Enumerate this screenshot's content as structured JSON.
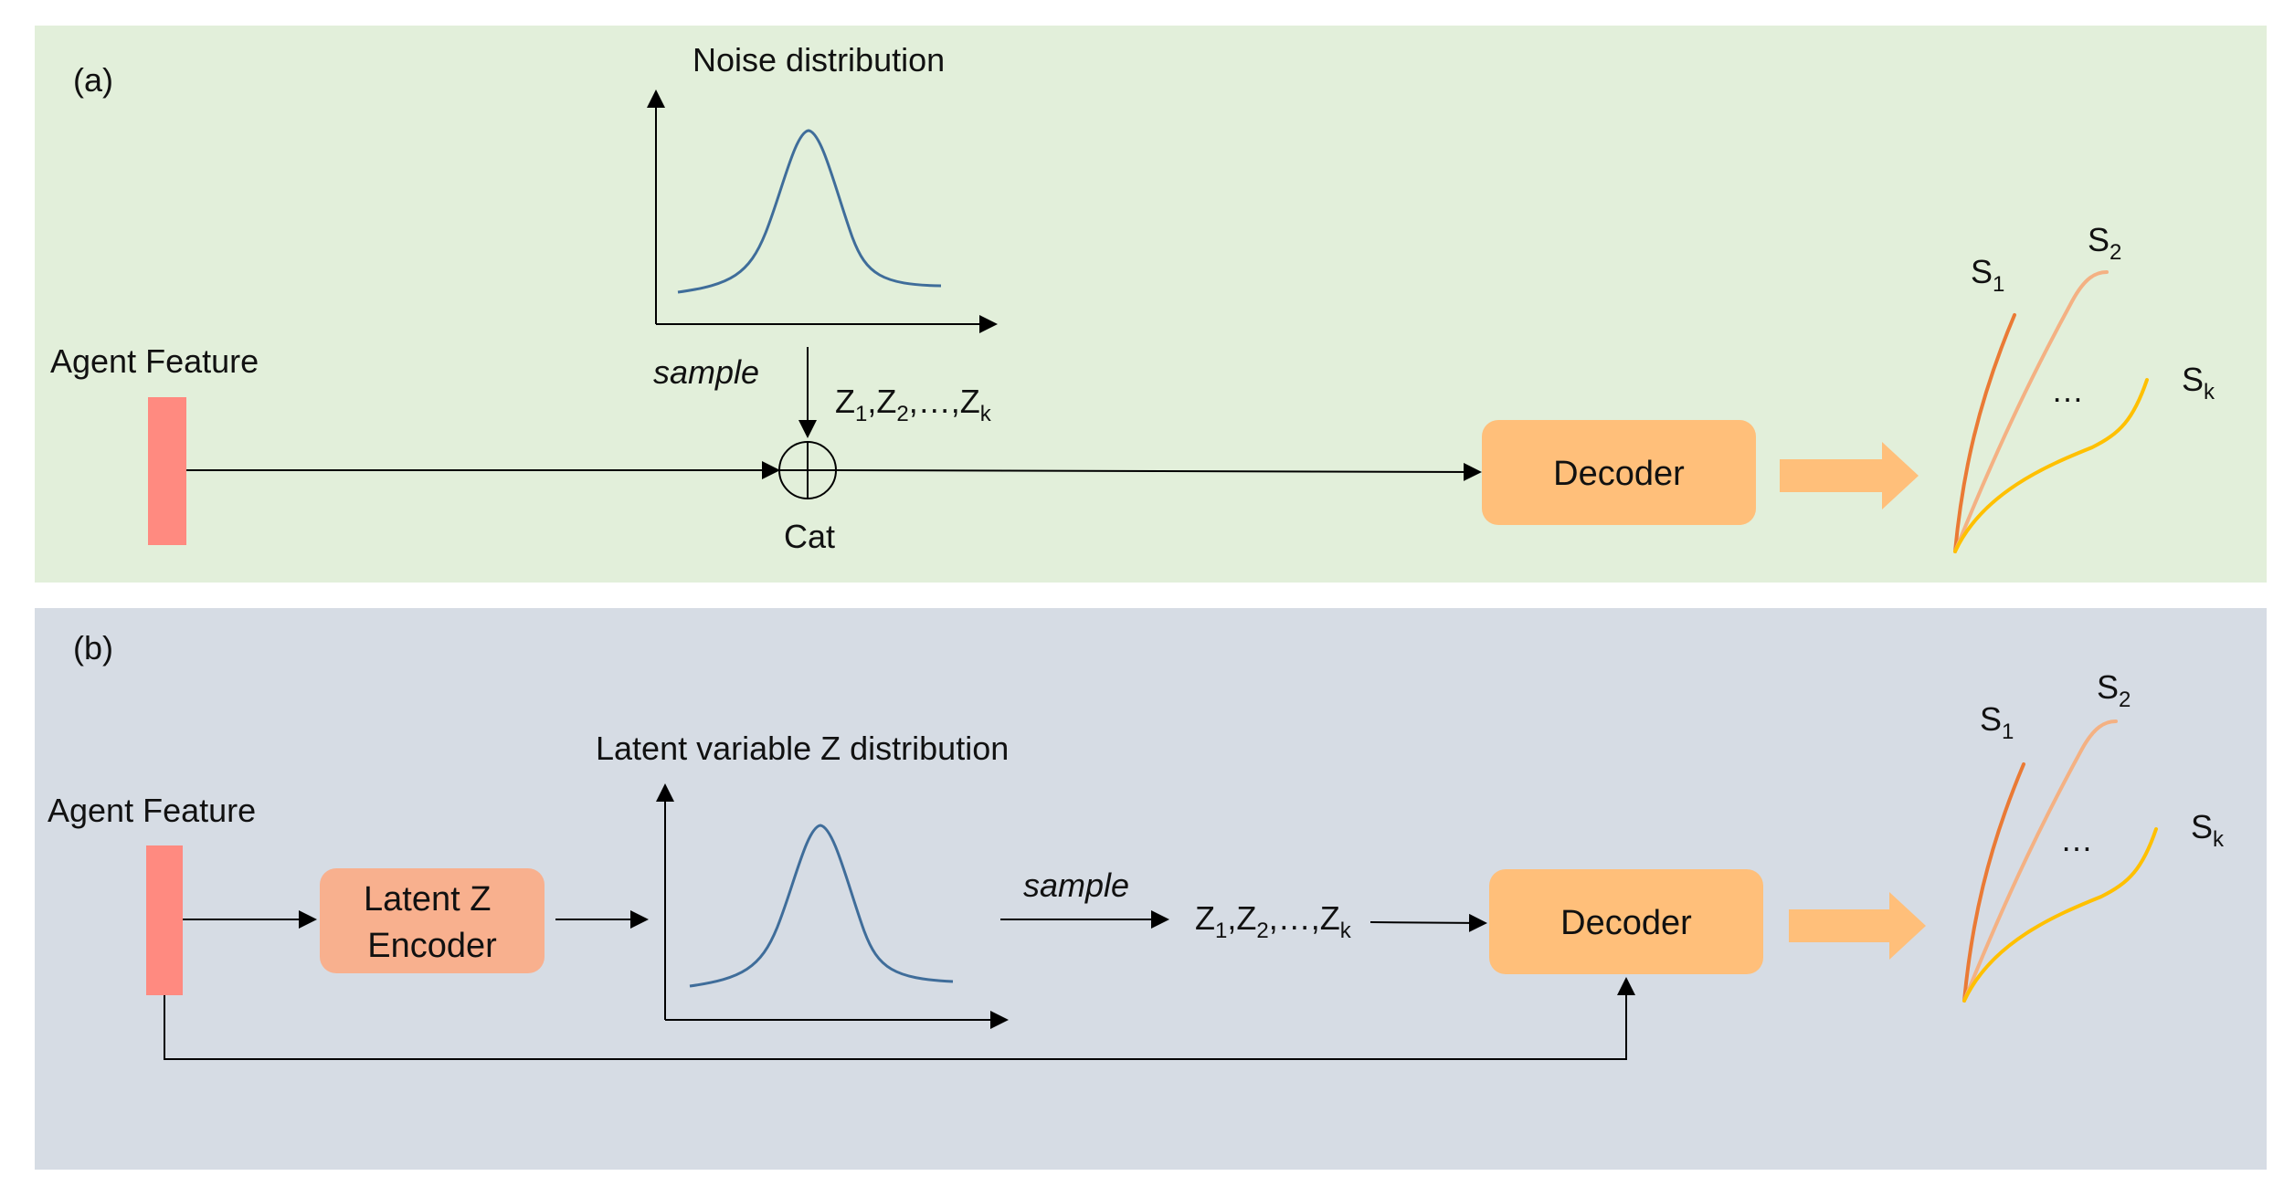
{
  "panel_a": {
    "tag": "(a)",
    "agent_feature": "Agent Feature",
    "dist_title": "Noise distribution",
    "sample": "sample",
    "z_seq": [
      "Z",
      "1",
      ",Z",
      "2",
      ",…,Z",
      "k"
    ],
    "cat": "Cat",
    "decoder": "Decoder",
    "s1": [
      "S",
      "1"
    ],
    "s2": [
      "S",
      "2"
    ],
    "sk": [
      "S",
      "k"
    ],
    "ellipsis": "…"
  },
  "panel_b": {
    "tag": "(b)",
    "agent_feature": "Agent Feature",
    "encoder_line1": "Latent Z",
    "encoder_line2": "Encoder",
    "dist_title": "Latent variable Z distribution",
    "sample": "sample",
    "z_seq": [
      "Z",
      "1",
      ",Z",
      "2",
      ",…,Z",
      "k"
    ],
    "decoder": "Decoder",
    "s1": [
      "S",
      "1"
    ],
    "s2": [
      "S",
      "2"
    ],
    "sk": [
      "S",
      "k"
    ],
    "ellipsis": "…"
  },
  "colors": {
    "panel_a_bg": "#e2efda",
    "panel_b_bg": "#d6dce4",
    "feature_bar": "#ff8a80",
    "decoder_box": "#ffbf7a",
    "encoder_box": "#f8b08e",
    "big_arrow": "#ffbf7a",
    "traj_s1": "#ea7a35",
    "traj_s2": "#f4b183",
    "traj_sk": "#ffc000",
    "dist_curve": "#3f6d9a"
  }
}
